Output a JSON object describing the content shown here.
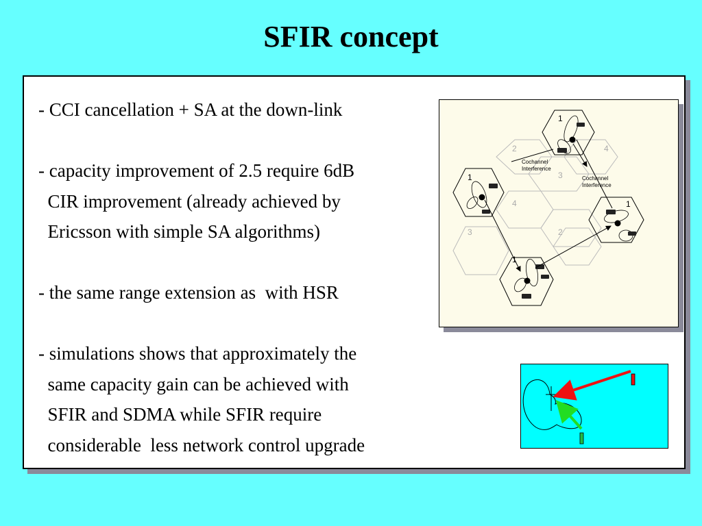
{
  "slide": {
    "title": "SFIR concept",
    "bullets": [
      "- CCI cancellation + SA at the down-link",
      "",
      "- capacity improvement of 2.5 require 6dB",
      "  CIR improvement (already achieved by",
      "  Ericsson with simple SA algorithms)",
      "",
      "- the same range extension as  with HSR",
      "",
      "- simulations shows that approximately the",
      "  same capacity gain can be achieved with",
      "  SFIR and SDMA while SFIR require",
      "  considerable  less network control upgrade"
    ]
  },
  "diagram": {
    "cells": [
      {
        "label": "1",
        "active": true
      },
      {
        "label": "2",
        "active": false
      },
      {
        "label": "4",
        "active": false
      },
      {
        "label": "3",
        "active": false
      },
      {
        "label": "1",
        "active": true
      },
      {
        "label": "4",
        "active": false
      },
      {
        "label": "1",
        "active": true
      },
      {
        "label": "3",
        "active": false
      },
      {
        "label": "2",
        "active": false
      },
      {
        "label": "1",
        "active": true
      }
    ],
    "annotations": {
      "left_line1": "Cochannel",
      "left_line2": "Interference",
      "right_line1": "Cochannel",
      "right_line2": "Interference"
    }
  },
  "colors": {
    "background": "#66ffff",
    "interference_arrow": "#ee1111",
    "desired_arrow": "#22dd22",
    "mini_background": "#00ffff"
  }
}
